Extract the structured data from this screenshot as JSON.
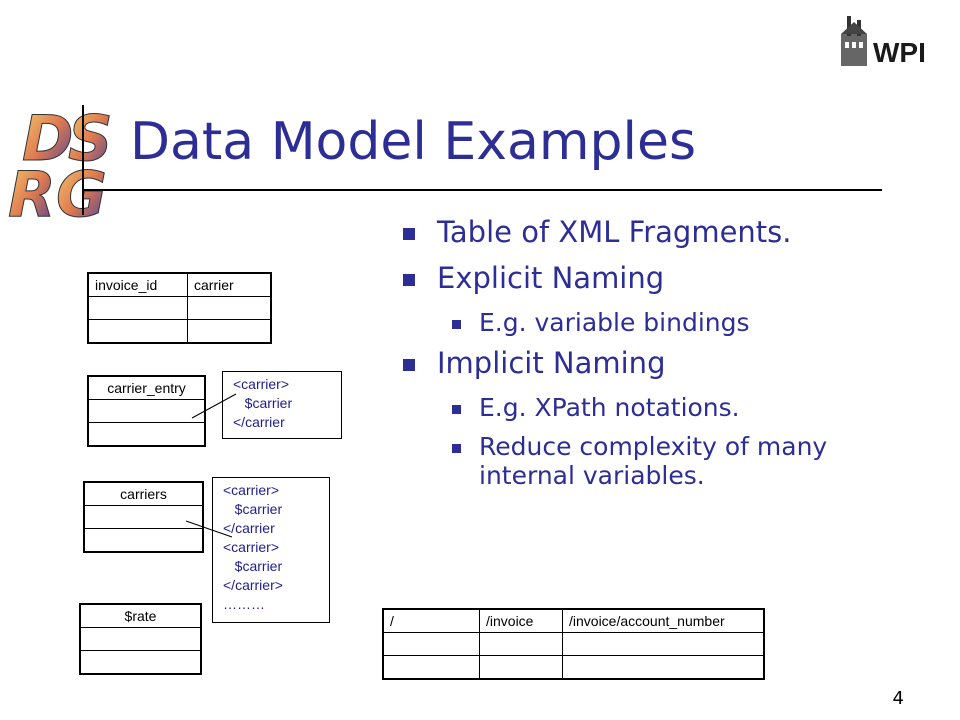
{
  "slide": {
    "title": "Data Model Examples",
    "page_number": "4",
    "wpi_logo_text": "WPI",
    "dsrg_logo_text": "DSRG"
  },
  "bullets": [
    {
      "level": 1,
      "text": "Table of XML Fragments."
    },
    {
      "level": 1,
      "text": "Explicit Naming"
    },
    {
      "level": 2,
      "text": "E.g. variable bindings"
    },
    {
      "level": 1,
      "text": "Implicit Naming"
    },
    {
      "level": 2,
      "text": "E.g. XPath notations."
    },
    {
      "level": 2,
      "text": "Reduce complexity of many internal variables."
    }
  ],
  "tables": {
    "invoice": {
      "headers": [
        "invoice_id",
        "carrier"
      ]
    },
    "carrier_entry": {
      "headers": [
        "carrier_entry"
      ]
    },
    "carriers": {
      "headers": [
        "carriers"
      ]
    },
    "rate": {
      "headers": [
        "$rate"
      ]
    },
    "xpath": {
      "headers": [
        "/",
        "/invoice",
        "/invoice/account_number"
      ]
    }
  },
  "fragments": {
    "single": [
      "<carrier>",
      "   $carrier",
      "</carrier"
    ],
    "multiple": [
      "<carrier>",
      "   $carrier",
      "</carrier",
      "<carrier>",
      "   $carrier",
      "</carrier>",
      "………"
    ]
  }
}
